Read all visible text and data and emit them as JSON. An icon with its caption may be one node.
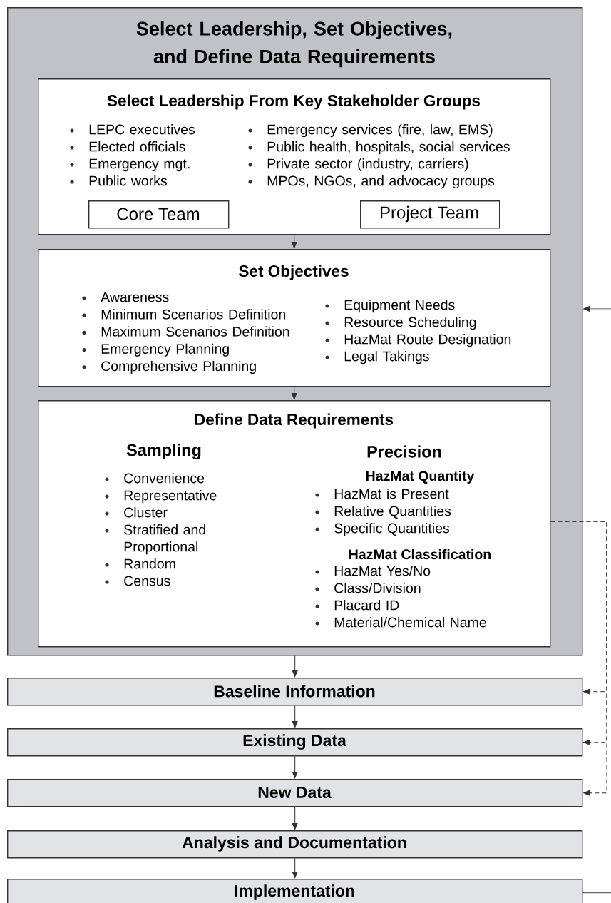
{
  "diagram": {
    "nodes": [
      {
        "text": [
          "Select Leadership, Set Objectives, and Define Data Requirements"
        ]
      },
      {
        "text": [
          "Select Leadership From Key Stakeholder Groups",
          "LEPC executives",
          "Elected officials",
          "Emergency mgt.",
          "Public works",
          "Emergency services (fire, law, EMS)",
          "Public health, hospitals, social services",
          "Private sector (industry, carriers)",
          "MPOs, NGOs, and advocacy groups"
        ],
        "in": 0
      },
      {
        "text": [
          "Core Team"
        ],
        "in": 1
      },
      {
        "text": [
          "Project Team"
        ],
        "in": 1
      },
      {
        "text": [
          "Set Objectives",
          "Awareness",
          "Minimum Scenarios Definition",
          "Maximum Scenarios Definition",
          "Emergency Planning",
          "Comprehensive Planning",
          "Equipment Needs",
          "Resource Scheduling",
          "HazMat Route Designation",
          "Legal Takings"
        ],
        "in": 0
      },
      {
        "text": [
          "Define Data Requirements",
          "Sampling",
          "Precision",
          "Convenience",
          "Representative",
          "Cluster",
          "Stratified and Proportional",
          "Random",
          "Census",
          "HazMat Quantity",
          "HazMat is Present",
          "Relative Quantities",
          "Specific Quantities",
          "HazMat Classification",
          "HazMat Yes/No",
          "Class/Division",
          "Placard ID",
          "Material/Chemical Name"
        ],
        "in": 0
      },
      {
        "text": [
          "Baseline Information"
        ]
      },
      {
        "text": [
          "Existing Data"
        ]
      },
      {
        "text": [
          "New Data"
        ]
      },
      {
        "text": [
          "Analysis and Documentation"
        ]
      },
      {
        "text": [
          "Implementation"
        ]
      }
    ],
    "edges": [
      {
        "from": 1,
        "to": 4,
        "arrow": "to"
      },
      {
        "from": 4,
        "to": 5,
        "arrow": "to"
      },
      {
        "from": 0,
        "to": 6,
        "arrow": "to"
      },
      {
        "from": 6,
        "to": 7,
        "arrow": "to"
      },
      {
        "from": 7,
        "to": 8,
        "arrow": "to"
      },
      {
        "from": 8,
        "to": 9,
        "arrow": "to"
      },
      {
        "from": 9,
        "to": 10,
        "arrow": "to"
      },
      {
        "from": 5,
        "to": 6,
        "arrow": "to",
        "style": "dashed"
      },
      {
        "from": 5,
        "to": 7,
        "arrow": "to",
        "style": "dashed"
      },
      {
        "from": 5,
        "to": 8,
        "arrow": "to",
        "style": "dashed"
      },
      {
        "from": 10,
        "to": null,
        "arrow": "none"
      },
      {
        "from": null,
        "to": 0,
        "arrow": "to"
      }
    ]
  }
}
